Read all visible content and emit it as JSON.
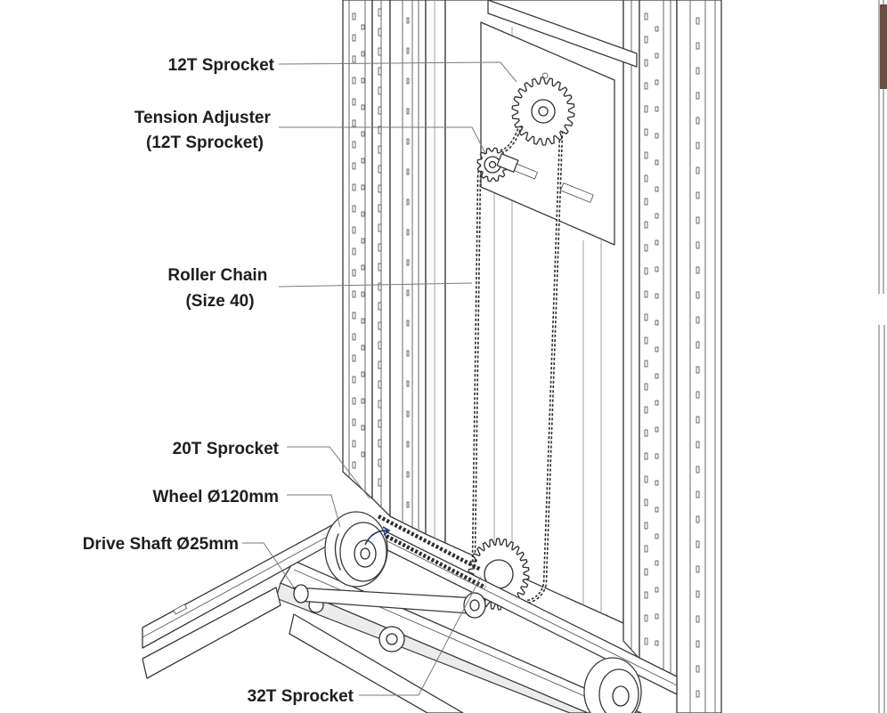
{
  "callouts": {
    "sprocket_12t": "12T Sprocket",
    "tension_adjuster": {
      "line1": "Tension Adjuster",
      "line2": "(12T Sprocket)"
    },
    "roller_chain": {
      "line1": "Roller Chain",
      "line2": "(Size 40)"
    },
    "sprocket_20t": "20T Sprocket",
    "wheel": "Wheel Ø120mm",
    "drive_shaft": "Drive Shaft Ø25mm",
    "sprocket_32t": "32T Sprocket"
  },
  "colors": {
    "line": "#3a3a3a",
    "leader": "#7a7a7a",
    "label": "#1e1e1e",
    "rotation_arrow": "#22337a",
    "background": "#ffffff"
  }
}
